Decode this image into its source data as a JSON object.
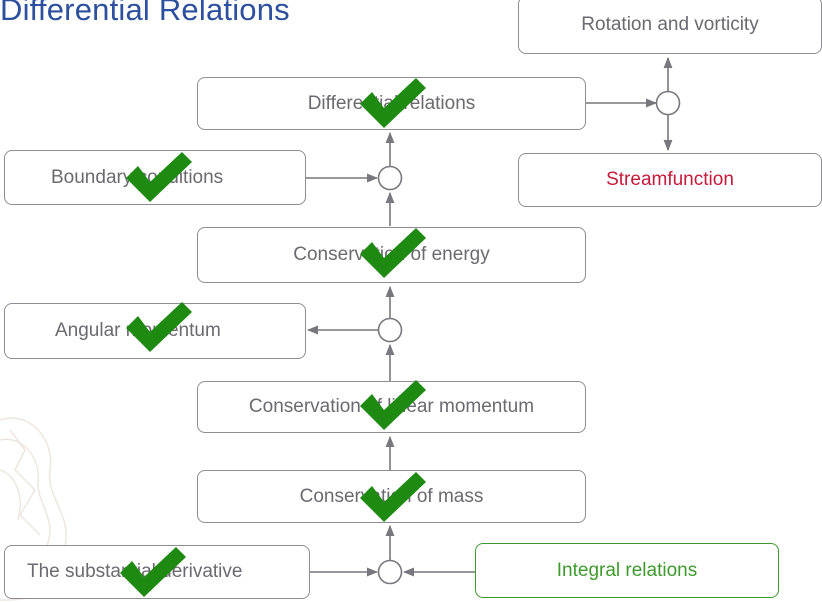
{
  "title": "Differential Relations",
  "nodes": {
    "rotation_and_vorticity": "Rotation and vorticity",
    "differential_relations": "Differential relations",
    "streamfunction": "Streamfunction",
    "boundary_conditions": "Boundary conditions",
    "conservation_of_energy": "Conservation of energy",
    "angular_momentum": "Angular momentum",
    "conservation_of_linear_momentum": "Conservation of linear momentum",
    "conservation_of_mass": "Conservation of mass",
    "substantial_derivative": "The substantial derivative",
    "integral_relations": "Integral relations"
  },
  "colors": {
    "title": "#2c4f9e",
    "box_border": "#8d8d93",
    "box_text": "#6a6a70",
    "highlight_red": "#c41a3b",
    "highlight_green": "#3f9a2e",
    "checkmark": "#1e8a12",
    "arrow": "#77777d"
  },
  "checkmark_icon": "green-checkmark"
}
